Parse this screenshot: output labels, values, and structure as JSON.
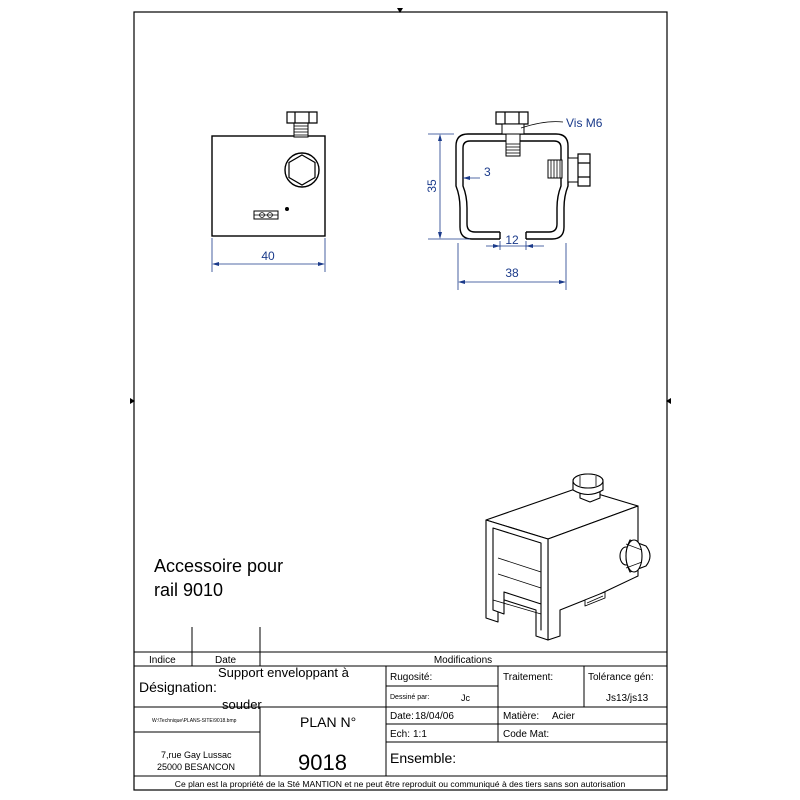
{
  "drawing": {
    "callout": "Vis M6",
    "dims": {
      "width_front": "40",
      "height": "35",
      "wall": "3",
      "slot": "12",
      "width_section": "38"
    }
  },
  "caption": {
    "line1": "Accessoire pour",
    "line2": "rail 9010"
  },
  "title_block": {
    "revision_headers": {
      "index": "Indice",
      "date": "Date",
      "modifications": "Modifications"
    },
    "designation_label": "Désignation:",
    "designation_value_1": "Support enveloppant à",
    "designation_value_2": "souder",
    "rugosite_label": "Rugosité:",
    "dessine_label": "Dessiné par:",
    "dessine_value": "Jc",
    "traitement_label": "Traitement:",
    "tolerance_label": "Tolérance gén:",
    "tolerance_value": "Js13/js13",
    "file_path": "W:\\Technique\\PLANS-SITE\\9018.bmp",
    "plan_label": "PLAN N°",
    "plan_number": "9018",
    "date_label": "Date:",
    "date_value": "18/04/06",
    "matiere_label": "Matière:",
    "matiere_value": "Acier",
    "ech_label": "Ech:",
    "ech_value": "1:1",
    "code_mat_label": "Code Mat:",
    "address_1": "7,rue Gay Lussac",
    "address_2": "25000 BESANCON",
    "ensemble_label": "Ensemble:",
    "footer": "Ce plan est la propriété de la Sté MANTION et ne peut être reproduit ou communiqué à des tiers sans son autorisation"
  }
}
